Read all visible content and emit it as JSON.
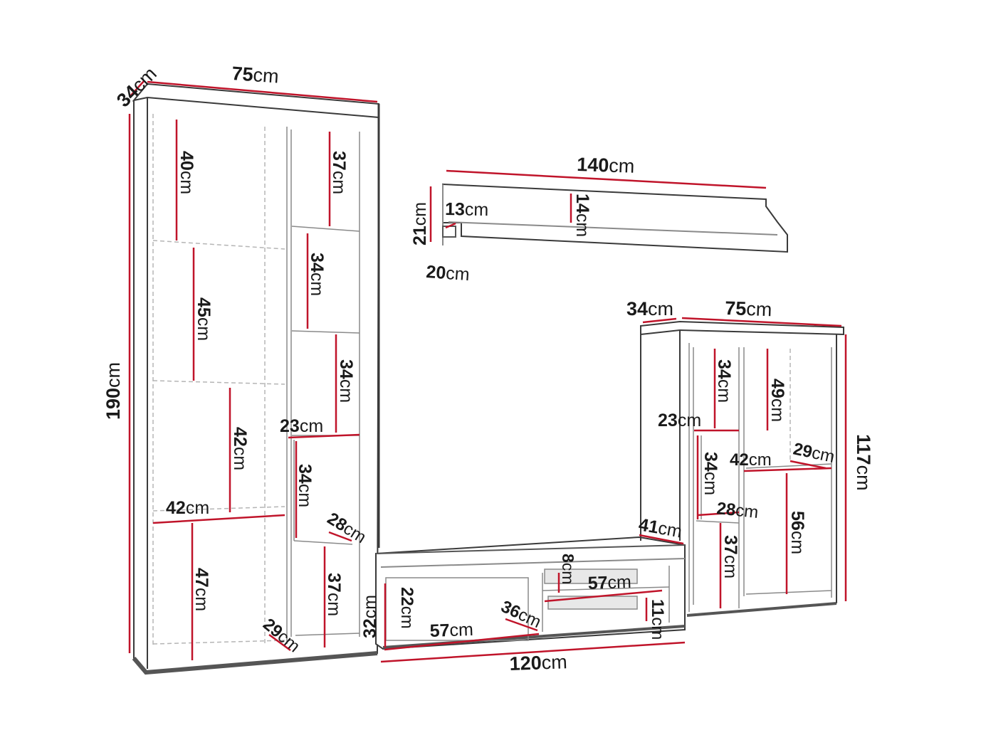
{
  "unit": "cm",
  "colors": {
    "outline": "#3a3a3a",
    "panel": "#8a8a8a",
    "dashed": "#b5b5b5",
    "dimension": "#c0142a",
    "text": "#1a1a1a"
  },
  "tall_cabinet": {
    "width": "75",
    "depth": "34",
    "height": "190",
    "compartments": [
      "40",
      "45",
      "42",
      "47",
      "37",
      "34",
      "34",
      "34",
      "37"
    ],
    "widths": [
      "42",
      "23",
      "28",
      "29"
    ]
  },
  "wall_shelf": {
    "width": "140",
    "height": "21",
    "depth": "20",
    "top_depth": "13",
    "top_height": "14"
  },
  "tv_stand": {
    "width": "120",
    "height": "32",
    "depth": "41",
    "inner": [
      "22",
      "57",
      "36",
      "8",
      "57",
      "11"
    ]
  },
  "low_cabinet": {
    "width": "75",
    "depth": "34",
    "height": "117",
    "compartments": [
      "34",
      "49",
      "34",
      "37",
      "56"
    ],
    "widths": [
      "23",
      "42",
      "29",
      "28"
    ]
  }
}
